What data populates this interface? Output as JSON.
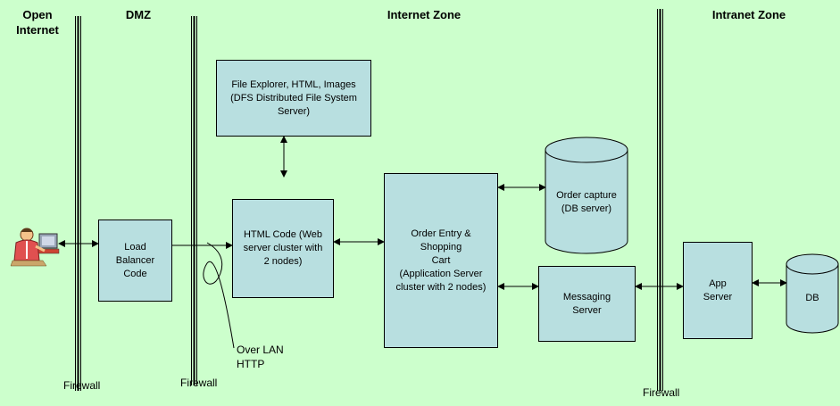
{
  "zones": {
    "open_internet": "Open\nInternet",
    "dmz": "DMZ",
    "internet_zone": "Internet Zone",
    "intranet_zone": "Intranet Zone"
  },
  "firewall_label": "Firewall",
  "boxes": {
    "load_balancer": "Load\nBalancer\nCode",
    "html_code": "HTML Code (Web\nserver cluster with\n2 nodes)",
    "file_explorer": "File Explorer, HTML, Images\n(DFS Distributed File System\nServer)",
    "order_entry": "Order Entry &\nShopping\nCart\n(Application Server\ncluster with 2 nodes)",
    "messaging": "Messaging\nServer",
    "app_server": "App\nServer"
  },
  "databases": {
    "order_capture": "Order capture\n(DB server)",
    "db": "DB"
  },
  "annotations": {
    "over_lan": "Over LAN\nHTTP"
  },
  "icons": {
    "user": "person-at-computer-icon"
  }
}
